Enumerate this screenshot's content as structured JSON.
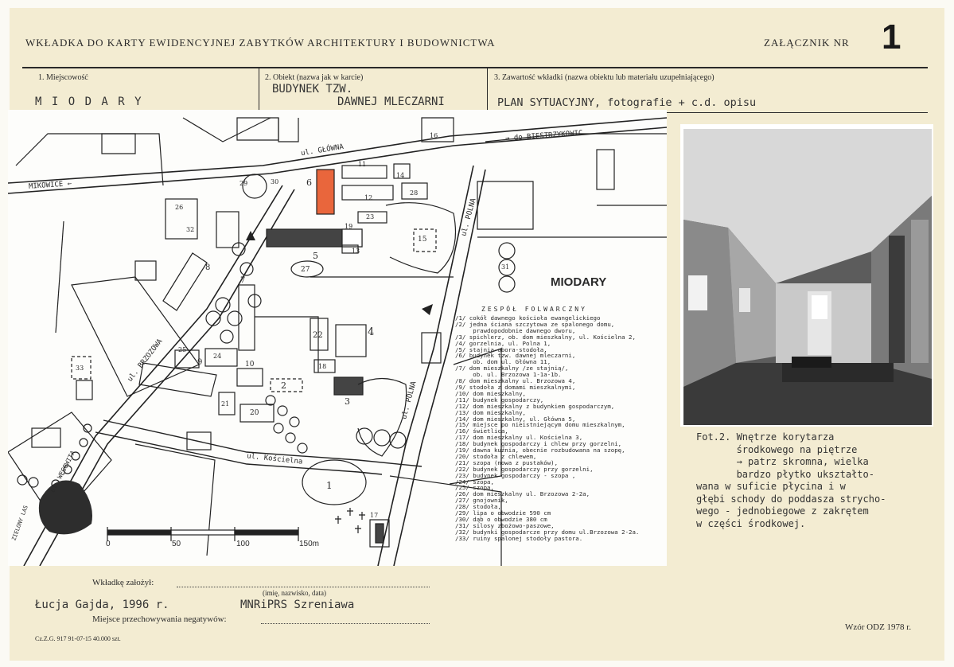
{
  "header": {
    "title": "WKŁADKA DO KARTY EWIDENCYJNEJ ZABYTKÓW ARCHITEKTURY I BUDOWNICTWA",
    "annex_label": "ZAŁĄCZNIK NR",
    "annex_number": "1"
  },
  "fields": {
    "f1_label": "1. Miejscowość",
    "f1_value": "M I O D A R Y",
    "f2_label": "2. Obiekt (nazwa jak w karcie)",
    "f2_value_line1": "BUDYNEK TZW.",
    "f2_value_line2": "DAWNEJ MLECZARNI",
    "f3_label": "3. Zawartość wkładki (nazwa obiektu lub materiału uzupełniającego)",
    "f3_value": "PLAN SYTUACYJNY, fotografie + c.d. opisu"
  },
  "map": {
    "title": "MIODARY",
    "street_glowna": "ul. GŁÓWNA",
    "street_polna": "ul. POLNA",
    "street_polna2": "ul. POLNA",
    "street_brzozowa": "ul. BRZOZOWA",
    "street_koscielna": "ul. Kościelna",
    "street_wegowita": "ul. WĘGOWITA",
    "street_zielony": "ZIELONY LAS",
    "to_biestrzykowic": "→ do BIESTRZYKOWIC",
    "to_mikowice": "MIKOWICE ←",
    "scale_labels": [
      "0",
      "50",
      "100",
      "150m"
    ],
    "numbers": [
      "1",
      "2",
      "3",
      "4",
      "5",
      "6",
      "7",
      "8",
      "9",
      "10",
      "11",
      "12",
      "13",
      "14",
      "15",
      "16",
      "17",
      "18",
      "19",
      "20",
      "21",
      "22",
      "23",
      "24",
      "25",
      "26",
      "27",
      "28",
      "29",
      "30",
      "31",
      "32",
      "33"
    ],
    "legend_title": "ZESPÓŁ FOLWARCZNY",
    "legend": [
      "/1/ cokół dawnego kościoła ewangelickiego",
      "/2/ jedna ściana szczytowa ze spalonego domu,",
      "     prawdopodobnie dawnego dworu,",
      "/3/ spichlerz, ob. dom mieszkalny, ul. Kościelna 2,",
      "/4/ gorzelnia, ul. Polna 1,",
      "/5/ stajnia-obora-stodoła,",
      "/6/ budynek tzw. dawnej mleczarni,",
      "     ob. dom ul. Główna 11,",
      "/7/ dom mieszkalny /ze stajnią/,",
      "     ob. ul. Brzozowa 1-1a-1b.",
      "/8/ dom mieszkalny ul. Brzozowa 4,",
      "/9/ stodoła z domami mieszkalnymi,",
      "/10/ dom mieszkalny,",
      "/11/ budynek gospodarczy,",
      "/12/ dom mieszkalny z budynkiem gospodarczym,",
      "/13/ dom mieszkalny,",
      "/14/ dom mieszkalny, ul. Główna 5,",
      "/15/ miejsce po nieistniejącym domu mieszkalnym,",
      "/16/ świetlica,",
      "/17/ dom mieszkalny ul. Kościelna 3,",
      "/18/ budynek gospodarczy i chlew przy gorzelni,",
      "/19/ dawna kuźnia, obecnie rozbudowana na szopę,",
      "/20/ stodoła z chlewem,",
      "/21/ szopa (nowa z pustaków),",
      "/22/ budynek gospodarczy przy gorzelni,",
      "/23/ budynek gospodarczy - szopa ,",
      "/24/ szopa,",
      "/25/ szopa,",
      "/26/ dom mieszkalny ul. Brzozowa 2-2a,",
      "/27/ gnojownik,",
      "/28/ stodoła,",
      "/29/ lipa o obwodzie 590 cm",
      "/30/ dąb o obwodzie 380 cm",
      "/31/ silosy zbożowo-paszowe,",
      "/32/ budynki gospodarcze przy domu ul.Brzozowa 2-2a.",
      "/33/ ruiny spalonej stodoły pastora."
    ]
  },
  "photo": {
    "caption": "Fot.2. Wnętrze korytarza\n       środkowego na piętrze\n       → patrz skromna, wielka\n       bardzo płytko ukształto-\nwana w suficie płycina i w\ngłębi schody do poddasza strycho-\nwego - jednobiegowe z zakrętem\nw części środkowej."
  },
  "footer": {
    "made_by_label": "Wkładkę założył:",
    "name_hint": "(imię, nazwisko, data)",
    "author": "Łucja Gajda, 1996 r.",
    "institution": "MNRiPRS Szreniawa",
    "negatives_label": "Miejsce przechowywania negatywów:",
    "print_code": "Cz.Z.G. 917 91-07-15 40.000 szt.",
    "template": "Wzór ODZ 1978 r."
  },
  "colors": {
    "highlight": "#e9663c",
    "card": "#f3ecd2",
    "ink": "#2a2a2a"
  }
}
